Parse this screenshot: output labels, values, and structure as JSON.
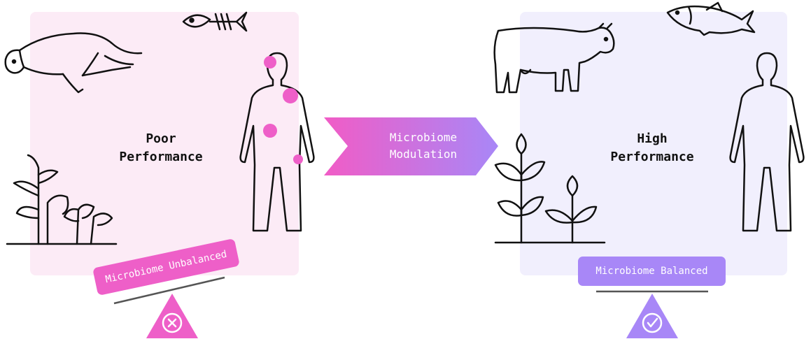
{
  "left": {
    "title_line1": "Poor",
    "title_line2": "Performance",
    "badge": "Microbiome Unbalanced",
    "status_icon": "x-circle-icon"
  },
  "transition": {
    "line1": "Microbiome",
    "line2": "Modulation"
  },
  "right": {
    "title_line1": "High",
    "title_line2": "Performance",
    "badge": "Microbiome Balanced",
    "status_icon": "check-circle-icon"
  },
  "colors": {
    "pink": "#ee5fc8",
    "purple": "#a887f7",
    "left_panel": "#fcebf6",
    "right_panel": "#f1effd"
  }
}
